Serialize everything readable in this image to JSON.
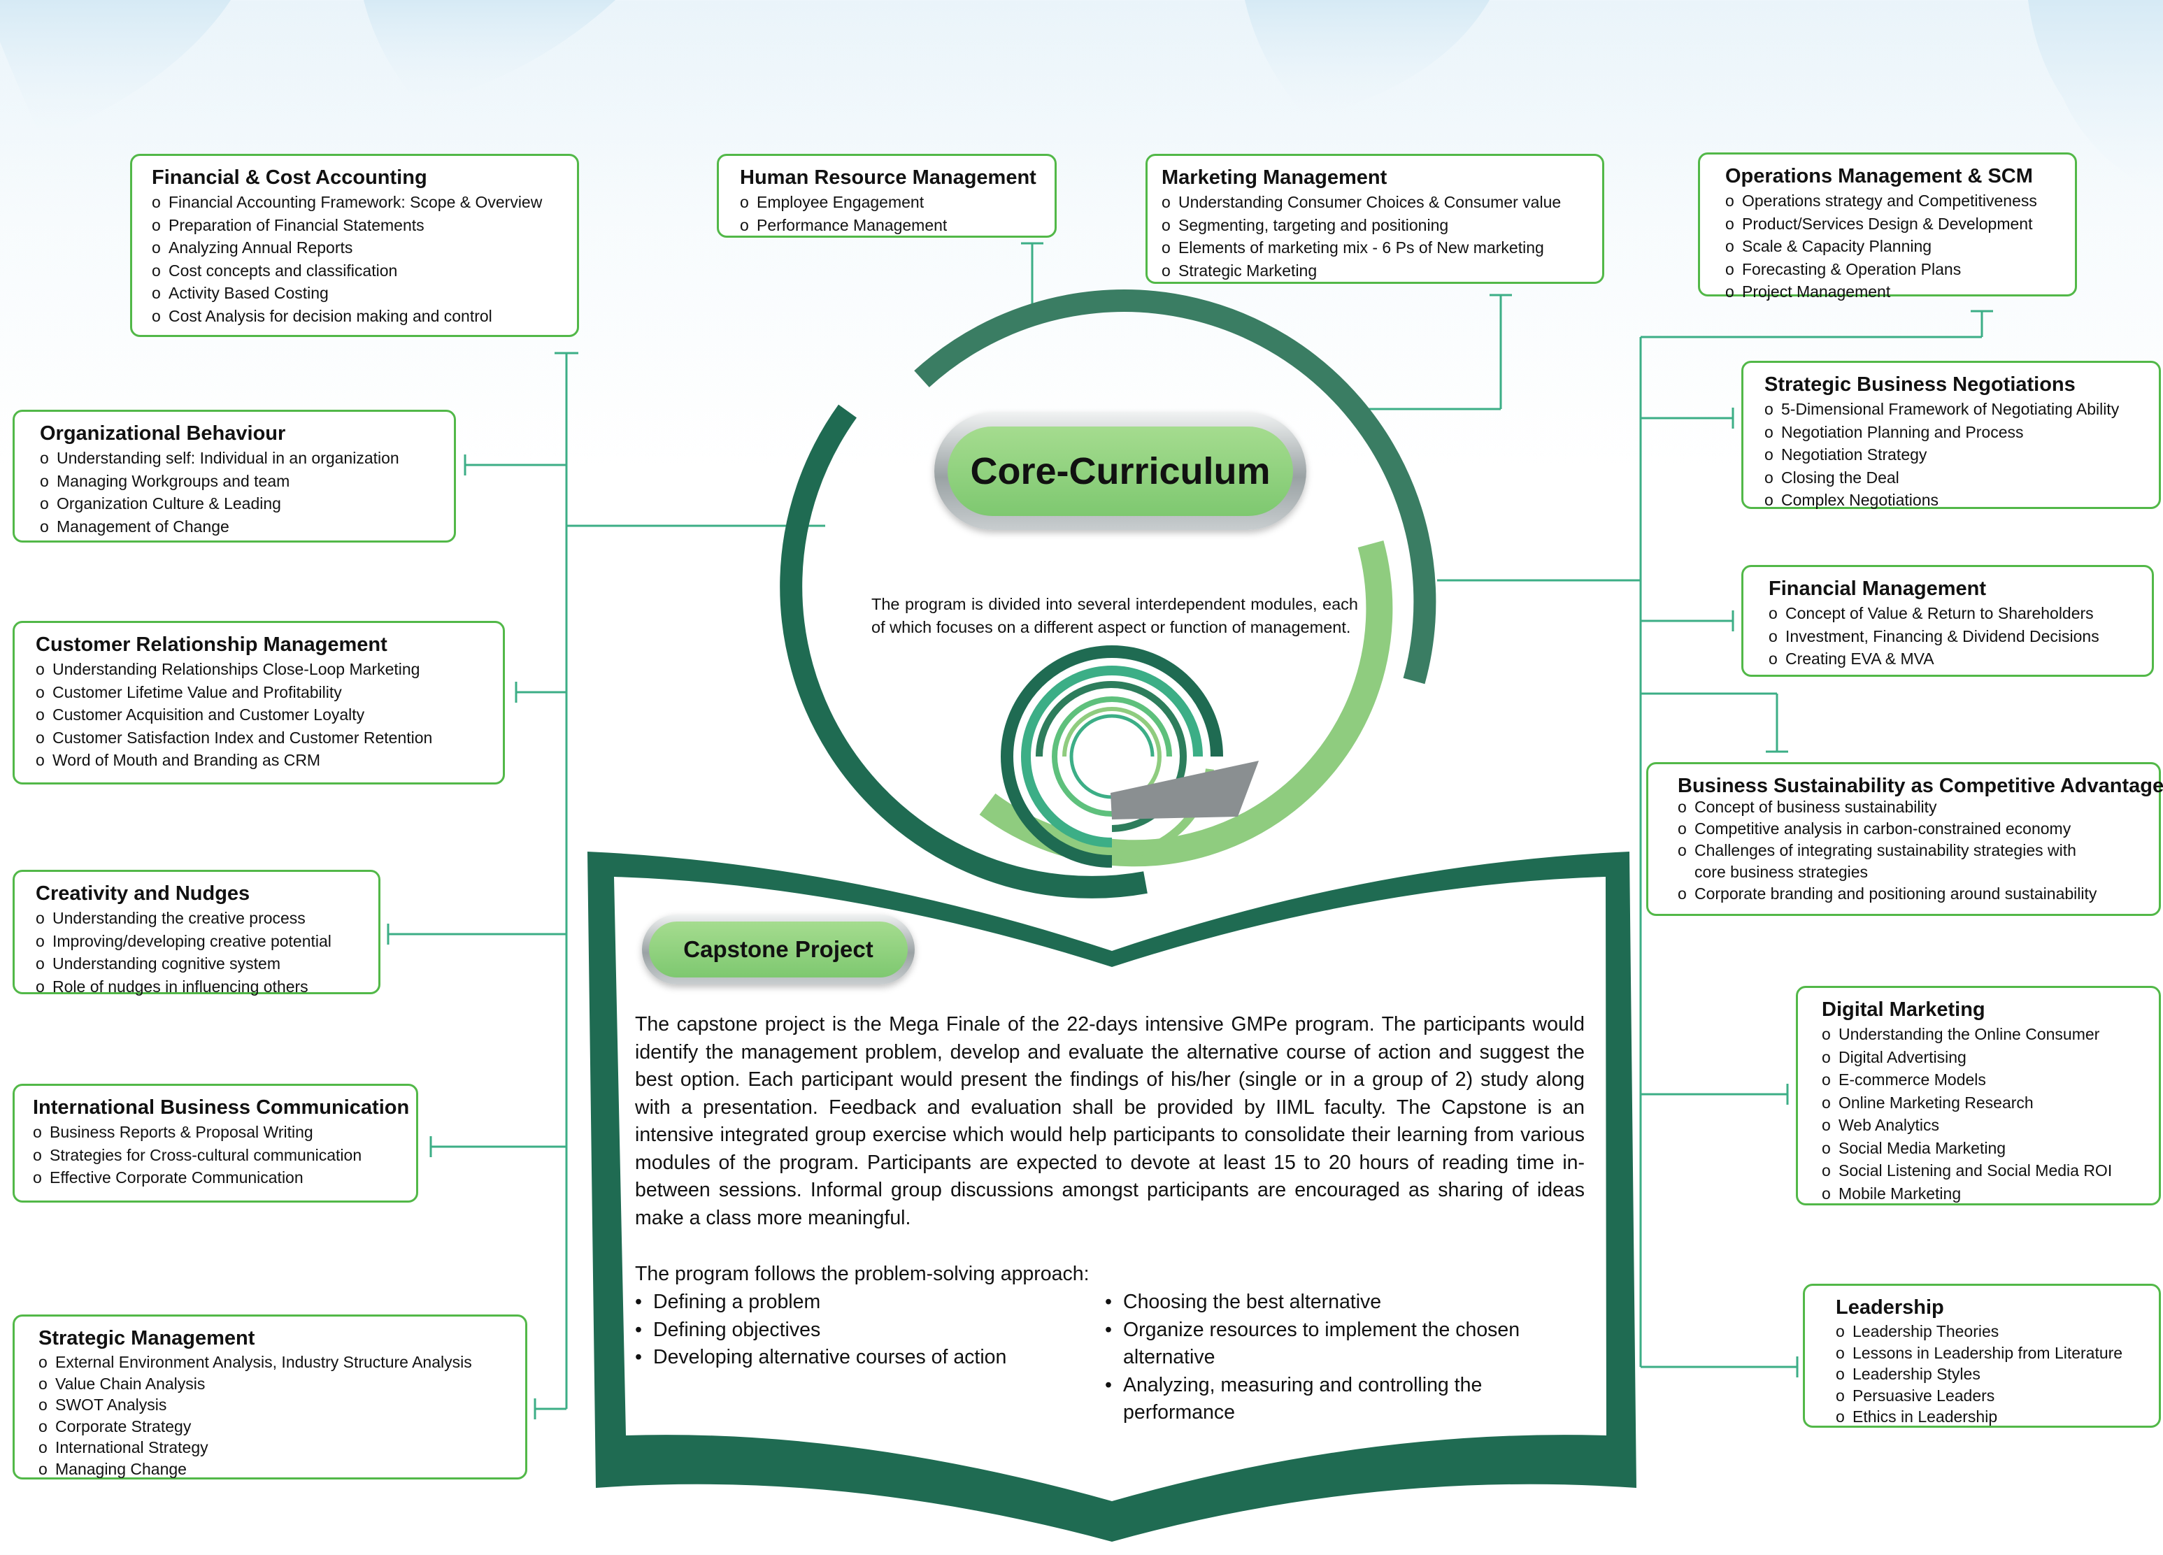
{
  "core": {
    "title": "Core-Curriculum",
    "description": "The program is divided into several interdependent modules, each of which focuses on a different aspect or function of management."
  },
  "capstone": {
    "title": "Capstone Project",
    "paragraph": "The capstone project is the Mega Finale of the 22-days intensive GMPe program. The participants would identify the management problem, develop and evaluate the alternative course of action and suggest the best option. Each participant would present the findings of his/her (single or in a group of 2) study along with a presentation. Feedback and evaluation shall be provided by IIML faculty. The Capstone is an intensive integrated group exercise which would help participants to consolidate their learning from various modules of the program. Participants are expected to devote at least 15 to 20 hours of reading time in-between sessions. Informal group discussions amongst participants are encouraged as sharing of ideas make a class more meaningful.",
    "approach_intro": "The program follows the problem-solving approach:",
    "steps_left": [
      "Defining a problem",
      "Defining objectives",
      "Developing alternative courses of action"
    ],
    "steps_right": [
      "Choosing the best alternative",
      "Organize resources to implement the chosen alternative",
      "Analyzing, measuring and controlling the performance"
    ],
    "bullet": "•"
  },
  "modules": {
    "bullet": "o",
    "fin_cost": {
      "title": "Financial  & Cost Accounting",
      "items": [
        "Financial Accounting Framework: Scope & Overview",
        "Preparation of Financial Statements",
        "Analyzing Annual Reports",
        "Cost concepts and classification",
        "Activity Based Costing",
        "Cost Analysis for decision making and control"
      ]
    },
    "hrm": {
      "title": "Human Resource Management",
      "items": [
        "Employee Engagement",
        "Performance Management"
      ]
    },
    "marketing": {
      "title": "Marketing Management",
      "items": [
        "Understanding Consumer Choices & Consumer value",
        "Segmenting, targeting and positioning",
        "Elements of marketing mix - 6 Ps of New marketing",
        "Strategic Marketing"
      ]
    },
    "ops": {
      "title": "Operations Management & SCM",
      "items": [
        "Operations strategy and Competitiveness",
        "Product/Services Design & Development",
        "Scale & Capacity Planning",
        "Forecasting & Operation Plans",
        "Project Management"
      ]
    },
    "ob": {
      "title": "Organizational Behaviour",
      "items": [
        "Understanding self: Individual in an organization",
        "Managing Workgroups and team",
        "Organization Culture & Leading",
        "Management of Change"
      ]
    },
    "negotiation": {
      "title": "Strategic Business Negotiations",
      "items": [
        "5-Dimensional Framework of Negotiating Ability",
        "Negotiation Planning and Process",
        "Negotiation Strategy",
        "Closing the Deal",
        "Complex Negotiations"
      ]
    },
    "crm": {
      "title": "Customer Relationship Management",
      "items": [
        "Understanding Relationships Close-Loop Marketing",
        "Customer Lifetime Value and Profitability",
        "Customer Acquisition and Customer Loyalty",
        "Customer Satisfaction Index and Customer Retention",
        "Word of Mouth and Branding as CRM"
      ]
    },
    "finmgmt": {
      "title": "Financial Management",
      "items": [
        "Concept of Value & Return to Shareholders",
        "Investment, Financing & Dividend Decisions",
        "Creating EVA & MVA"
      ]
    },
    "creativity": {
      "title": "Creativity and Nudges",
      "items": [
        "Understanding the creative process",
        "Improving/developing creative potential",
        "Understanding cognitive system",
        "Role of nudges in influencing others"
      ]
    },
    "sustain": {
      "title": "Business Sustainability as Competitive Advantage",
      "items": [
        "Concept of business sustainability",
        "Competitive analysis in carbon-constrained economy",
        "Challenges of integrating sustainability strategies with",
        "Corporate branding and positioning around sustainability"
      ],
      "item3_cont": "core business strategies"
    },
    "ibc": {
      "title": "International Business Communication",
      "items": [
        "Business Reports & Proposal Writing",
        "Strategies for Cross-cultural communication",
        "Effective Corporate Communication"
      ]
    },
    "digital": {
      "title": "Digital Marketing",
      "items": [
        "Understanding the Online Consumer",
        "Digital Advertising",
        "E-commerce Models",
        "Online Marketing Research",
        "Web Analytics",
        "Social Media Marketing",
        "Social Listening and Social Media ROI",
        "Mobile Marketing"
      ]
    },
    "strategic": {
      "title": "Strategic Management",
      "items": [
        "External Environment Analysis, Industry Structure Analysis",
        "Value Chain Analysis",
        "SWOT Analysis",
        "Corporate Strategy",
        "International Strategy",
        "Managing Change"
      ]
    },
    "leadership": {
      "title": "Leadership",
      "items": [
        "Leadership Theories",
        "Lessons in Leadership from Literature",
        "Leadership Styles",
        "Persuasive Leaders",
        "Ethics in Leadership"
      ]
    }
  },
  "colors": {
    "dark_green": "#1f6b52",
    "mid_green": "#3a7d63",
    "light_green": "#8fcc7f",
    "box_border": "#52b848",
    "connector": "#3cae86",
    "grey": "#8a8f91"
  }
}
